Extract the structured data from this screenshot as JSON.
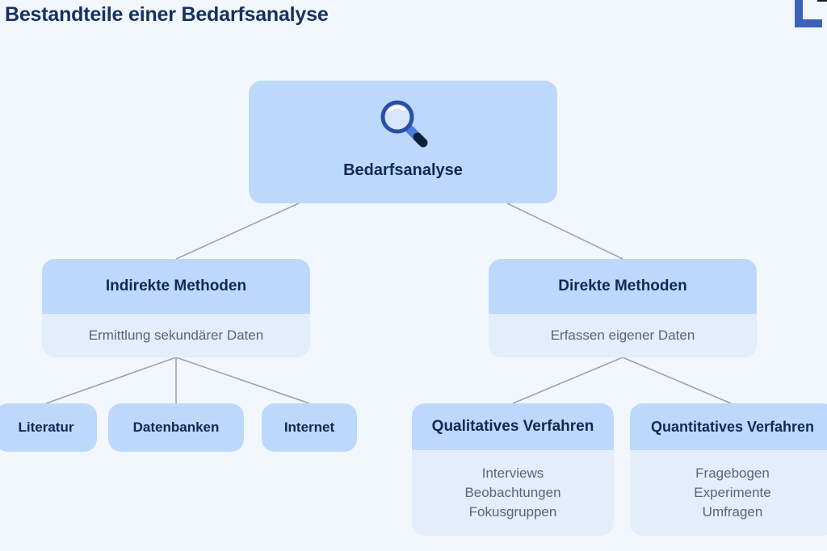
{
  "page": {
    "title": "Bestandteile einer Bedarfsanalyse",
    "background_color": "#f2f6fd",
    "text_color_heading": "#15315e",
    "text_color_body": "#5b6475",
    "node_fill": "#bcd8fb",
    "node_body_fill": "#e3edfc",
    "connector_color": "#9aa3b4"
  },
  "logo": {
    "name": "partial-brand-logo-L",
    "color": "#3b62b8"
  },
  "diagram": {
    "type": "tree",
    "root": {
      "label": "Bedarfsanalyse",
      "icon": "magnifier-icon"
    },
    "branches": [
      {
        "id": "indirekte-methoden",
        "title": "Indirekte Methoden",
        "subtitle": "Ermittlung sekundärer Daten",
        "children": [
          {
            "id": "literatur",
            "label": "Literatur"
          },
          {
            "id": "datenbanken",
            "label": "Datenbanken"
          },
          {
            "id": "internet",
            "label": "Internet"
          }
        ]
      },
      {
        "id": "direkte-methoden",
        "title": "Direkte Methoden",
        "subtitle": "Erfassen eigener Daten",
        "children": [
          {
            "id": "qualitatives-verfahren",
            "label": "Qualitatives Verfahren",
            "items": [
              "Interviews",
              "Beobachtungen",
              "Fokusgruppen"
            ]
          },
          {
            "id": "quantitatives-verfahren",
            "label": "Quantitatives Verfahren",
            "items": [
              "Fragebogen",
              "Experimente",
              "Umfragen"
            ]
          }
        ]
      }
    ]
  }
}
